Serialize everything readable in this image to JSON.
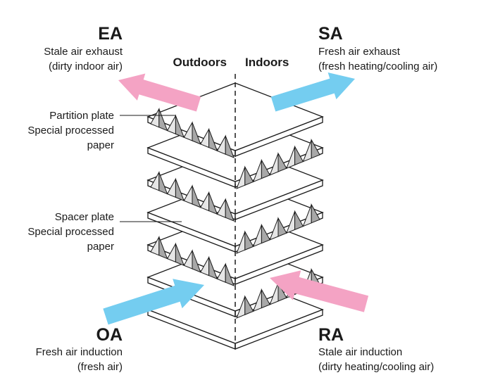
{
  "ea": {
    "abbr": "EA",
    "line1": "Stale air exhaust",
    "line2": "(dirty indoor air)"
  },
  "sa": {
    "abbr": "SA",
    "line1": "Fresh air exhaust",
    "line2": "(fresh heating/cooling air)"
  },
  "oa": {
    "abbr": "OA",
    "line1": "Fresh air induction",
    "line2": "(fresh air)"
  },
  "ra": {
    "abbr": "RA",
    "line1": "Stale air induction",
    "line2": "(dirty heating/cooling air)"
  },
  "sides": {
    "outdoors": "Outdoors",
    "indoors": "Indoors"
  },
  "partition": {
    "line1": "Partition plate",
    "line2": "Special processed",
    "line3": "paper"
  },
  "spacer": {
    "line1": "Spacer plate",
    "line2": "Special processed",
    "line3": "paper"
  },
  "colors": {
    "pink_arrow": "#f4a3c4",
    "blue_arrow": "#74cdf0",
    "plate_fill": "#ffffff",
    "flute_fill": "#a8a8a8",
    "outline": "#1a1a1a"
  }
}
